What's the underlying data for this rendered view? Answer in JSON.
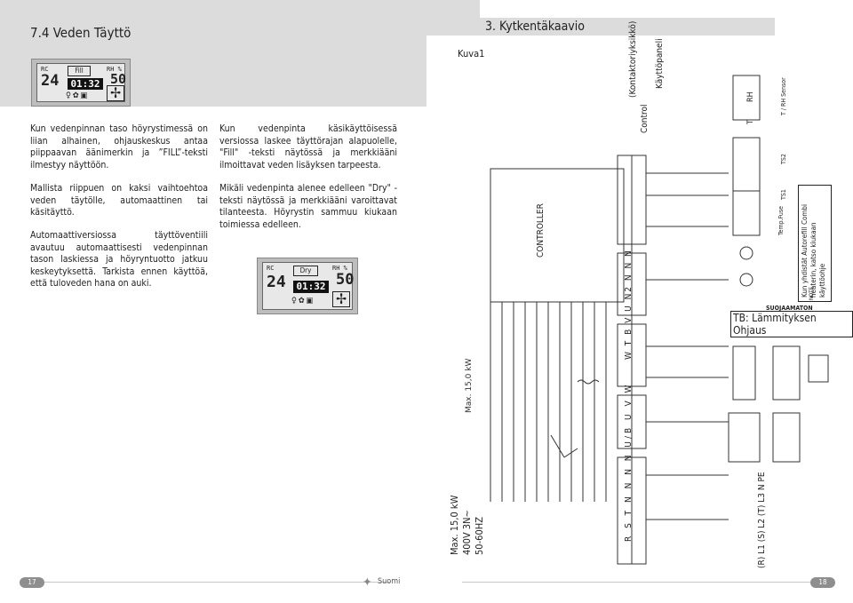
{
  "left_page": {
    "section_title": "7.4 Veden Täyttö",
    "display1": {
      "rc": "RC",
      "setpoint": "24",
      "mode": "Fill",
      "time": "01:32",
      "rh": "RH %",
      "humidity": "50"
    },
    "display2": {
      "rc": "RC",
      "setpoint": "24",
      "mode": "Dry",
      "time": "01:32",
      "rh": "RH %",
      "humidity": "50"
    },
    "col1": {
      "p1": "Kun vedenpinnan taso höyrystimessä on liian alhainen, ohjauskeskus antaa piippaavan äänimerkin ja ”FILL”-teksti ilmestyy näyttöön.",
      "p2": "Mallista riippuen on kaksi vaihtoehtoa veden täytölle, automaattinen tai käsitäyttö.",
      "p3": "Automaattiversiossa täyttöventiili avautuu automaattisesti vedenpinnan tason laskiessa ja höyryntuotto jatkuu keskeytyksettä. Tarkista ennen käyttöä, että tuloveden hana on auki."
    },
    "col2": {
      "p1": "Kun vedenpinta käsikäyttöisessä versiossa laskee täyttörajan alapuolelle, \"Fill\" -teksti näytössä ja merkkiääni ilmoittavat veden lisäyksen tarpeesta.",
      "p2": "Mikäli vedenpinta alenee edelleen \"Dry\" -teksti näytössä ja merkkiääni varoittavat tilanteesta. Höyrystin sammuu kiukaan toimiessa edelleen."
    },
    "page_number": "17",
    "language": "Suomi"
  },
  "right_page": {
    "section_title": "3. Kytkentäkaavio",
    "figure_label": "Kuva1",
    "controller_label": "CONTROLLER",
    "control_label": "Control",
    "kontaktor_label": "(Kontaktoriyksikkö)",
    "kayttopaneli_label": "Käyttöpaneli",
    "t_rh_sensor": "T / RH Sensor",
    "t_label": "T",
    "rh_label": "RH",
    "ts2": "TS2",
    "ts1": "TS1",
    "temp_fuse": "Temp.Fuse",
    "note_box": "Kun yhdistät Autorefill Combi heaterin, katso kiukaan käyttöohje",
    "note_small": "NOTE",
    "suojaamaton": "SUOJAAMATON",
    "tb_heading": "TB: Lämmityksen Ohjaus",
    "power_rating": [
      "Max. 15,0 kW",
      "400V 3N~",
      "50-60HZ"
    ],
    "phases": "(R) L1 (S) L2 (T) L3 N PE",
    "terminal_bottom": "R S T N N N N U/B U V W",
    "terminal_top": "W T B V U N2 N N N",
    "page_number": "18"
  }
}
